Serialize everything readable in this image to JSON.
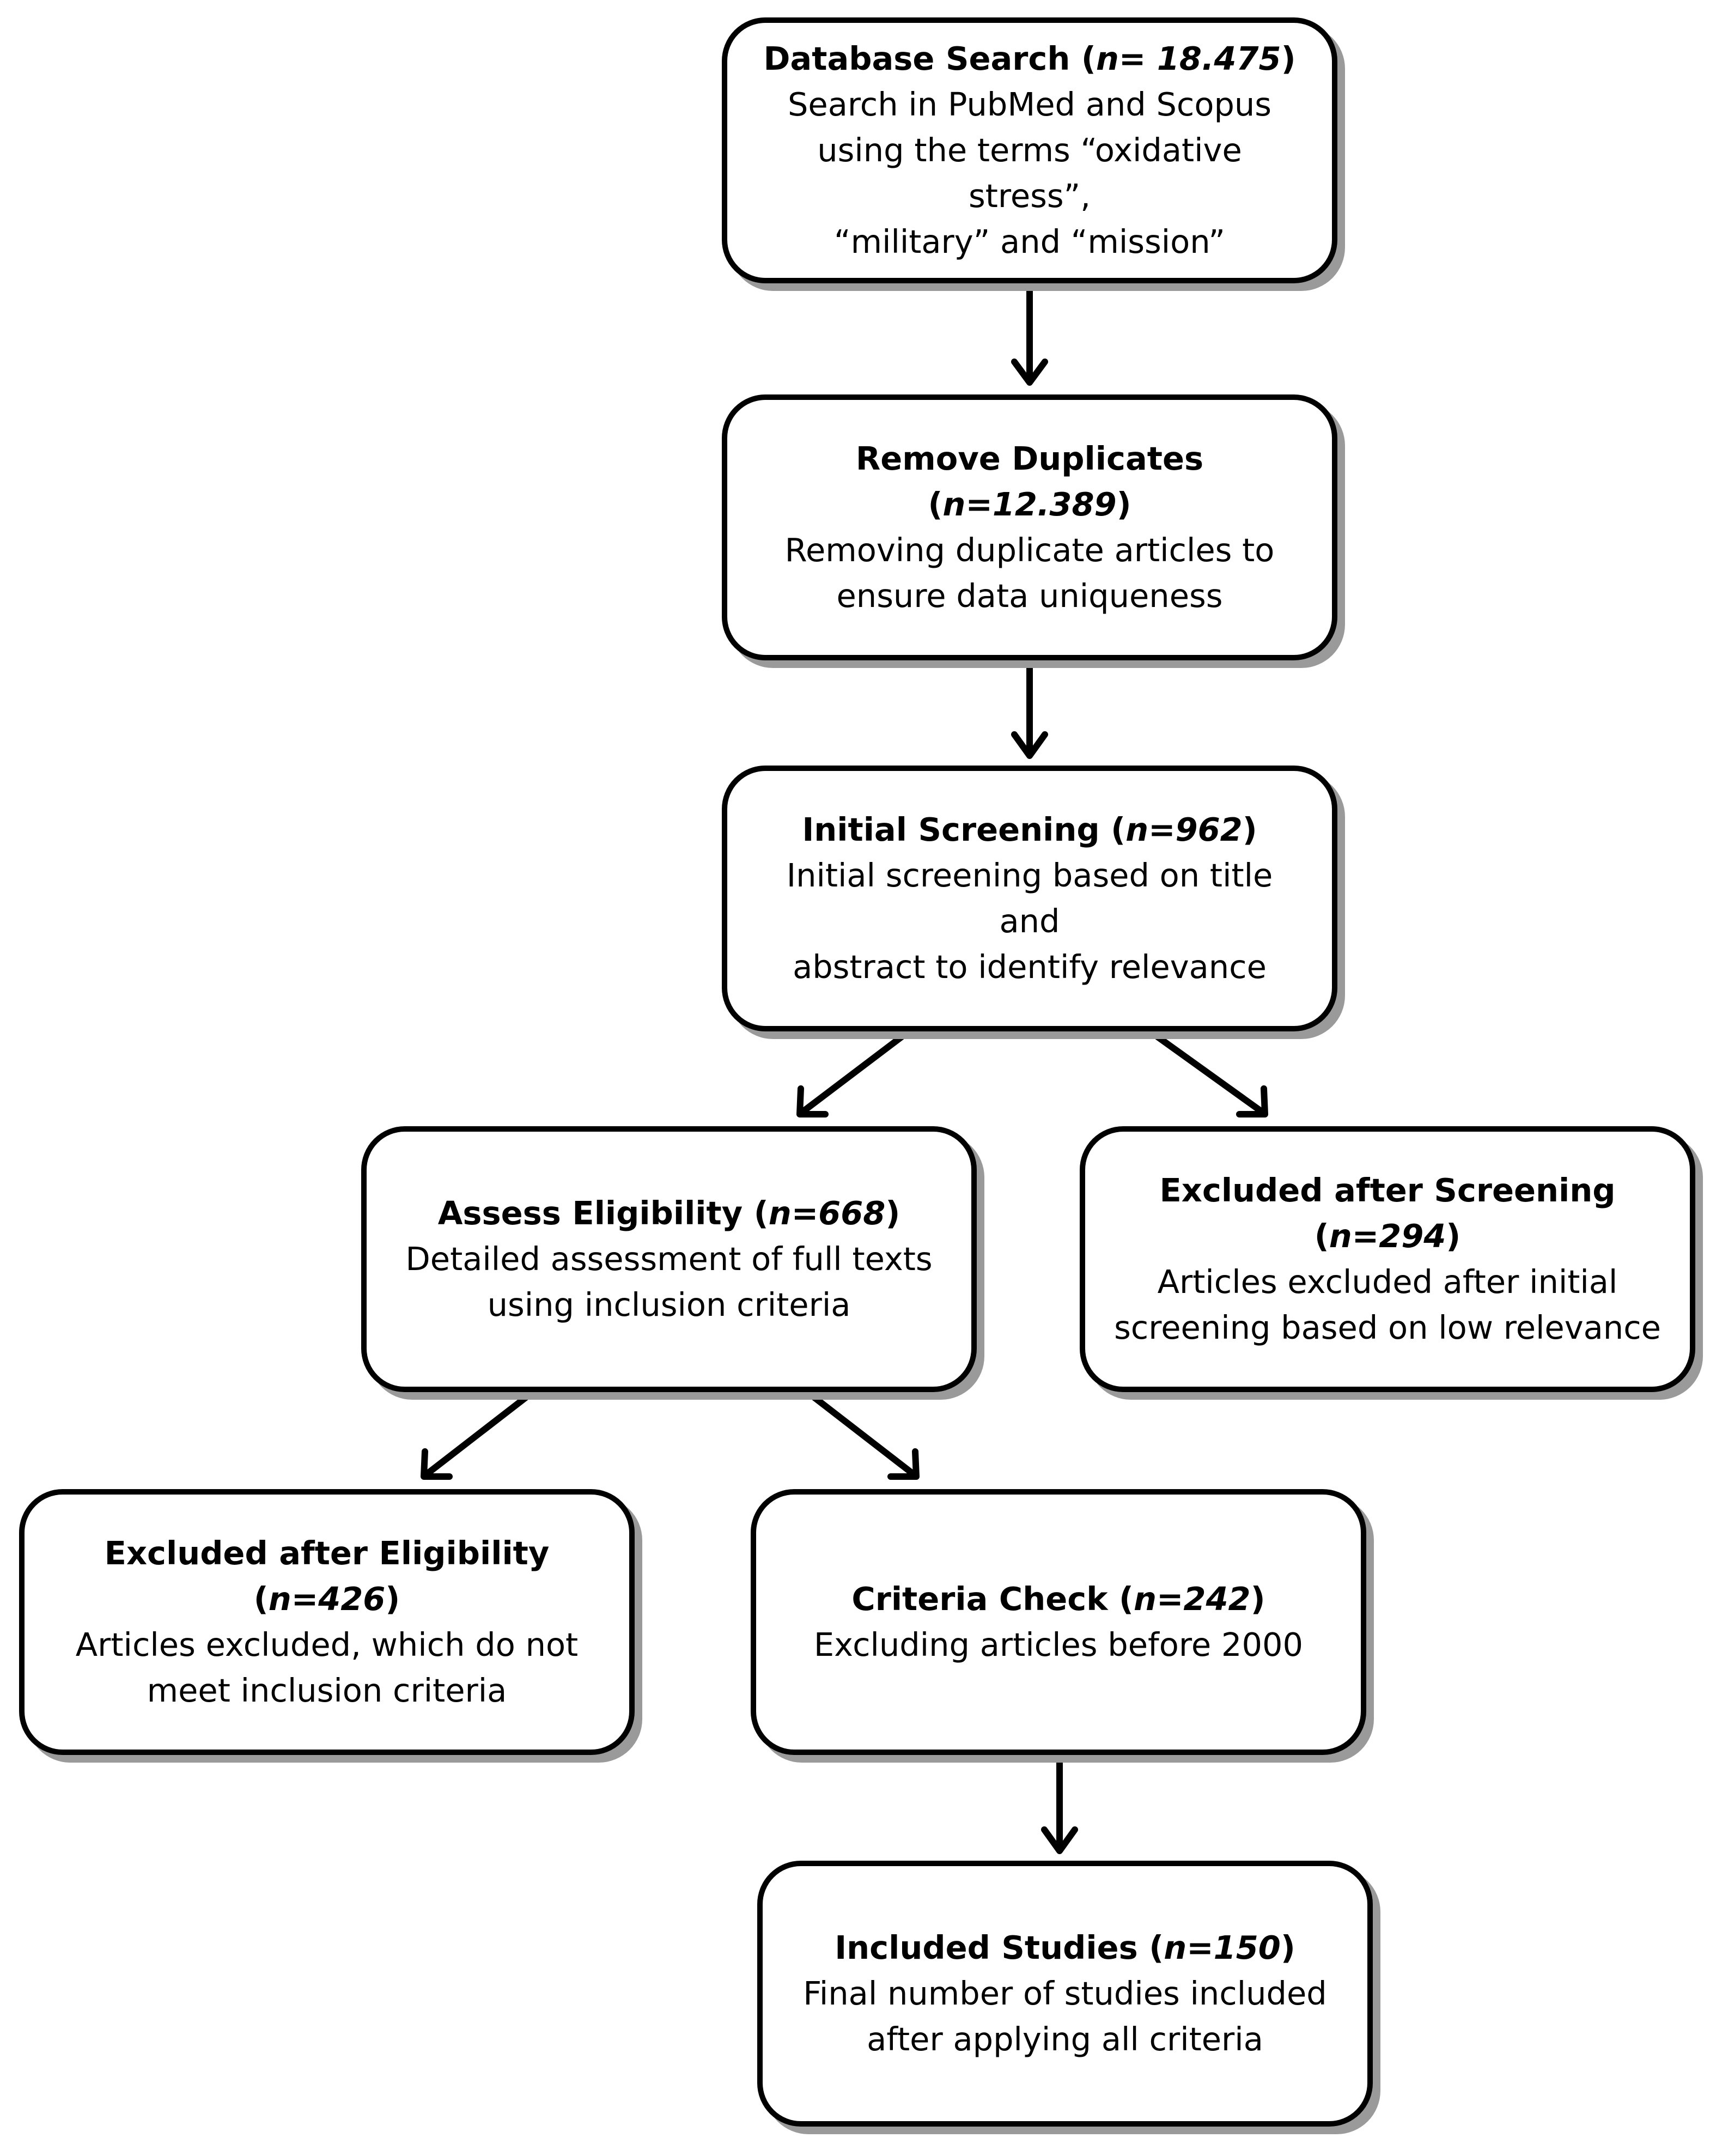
{
  "nodes": {
    "database_search": {
      "title": "Database Search",
      "n_label": "n",
      "n_value": "= 18.475",
      "description": "Search in PubMed and Scopus\nusing the terms “oxidative stress”,\n“military” and “mission”"
    },
    "remove_duplicates": {
      "title": "Remove Duplicates",
      "n_label": "n",
      "n_value": "=12.389",
      "description": "Removing duplicate articles to\nensure data uniqueness"
    },
    "initial_screening": {
      "title": "Initial Screening",
      "n_label": "n",
      "n_value": "=962",
      "description": "Initial screening based on title and\nabstract to identify relevance"
    },
    "assess_eligibility": {
      "title": "Assess Eligibility",
      "n_label": "n",
      "n_value": "=668",
      "description": "Detailed assessment of full texts\nusing inclusion criteria"
    },
    "excluded_after_screening": {
      "title": "Excluded after Screening",
      "n_label": "n",
      "n_value": "=294",
      "description": "Articles excluded after initial\nscreening based on low relevance"
    },
    "excluded_after_eligibility": {
      "title": "Excluded after Eligibility",
      "n_label": "n",
      "n_value": "=426",
      "description": "Articles excluded, which do not\nmeet inclusion criteria"
    },
    "criteria_check": {
      "title": "Criteria Check",
      "n_label": "n",
      "n_value": "=242",
      "description": "Excluding articles before 2000"
    },
    "included_studies": {
      "title": "Included Studies",
      "n_label": "n",
      "n_value": "=150",
      "description": "Final number of studies included\nafter applying all criteria"
    }
  },
  "edges": [
    {
      "from": "database_search",
      "to": "remove_duplicates"
    },
    {
      "from": "remove_duplicates",
      "to": "initial_screening"
    },
    {
      "from": "initial_screening",
      "to": "assess_eligibility"
    },
    {
      "from": "initial_screening",
      "to": "excluded_after_screening"
    },
    {
      "from": "assess_eligibility",
      "to": "excluded_after_eligibility"
    },
    {
      "from": "assess_eligibility",
      "to": "criteria_check"
    },
    {
      "from": "criteria_check",
      "to": "included_studies"
    }
  ]
}
